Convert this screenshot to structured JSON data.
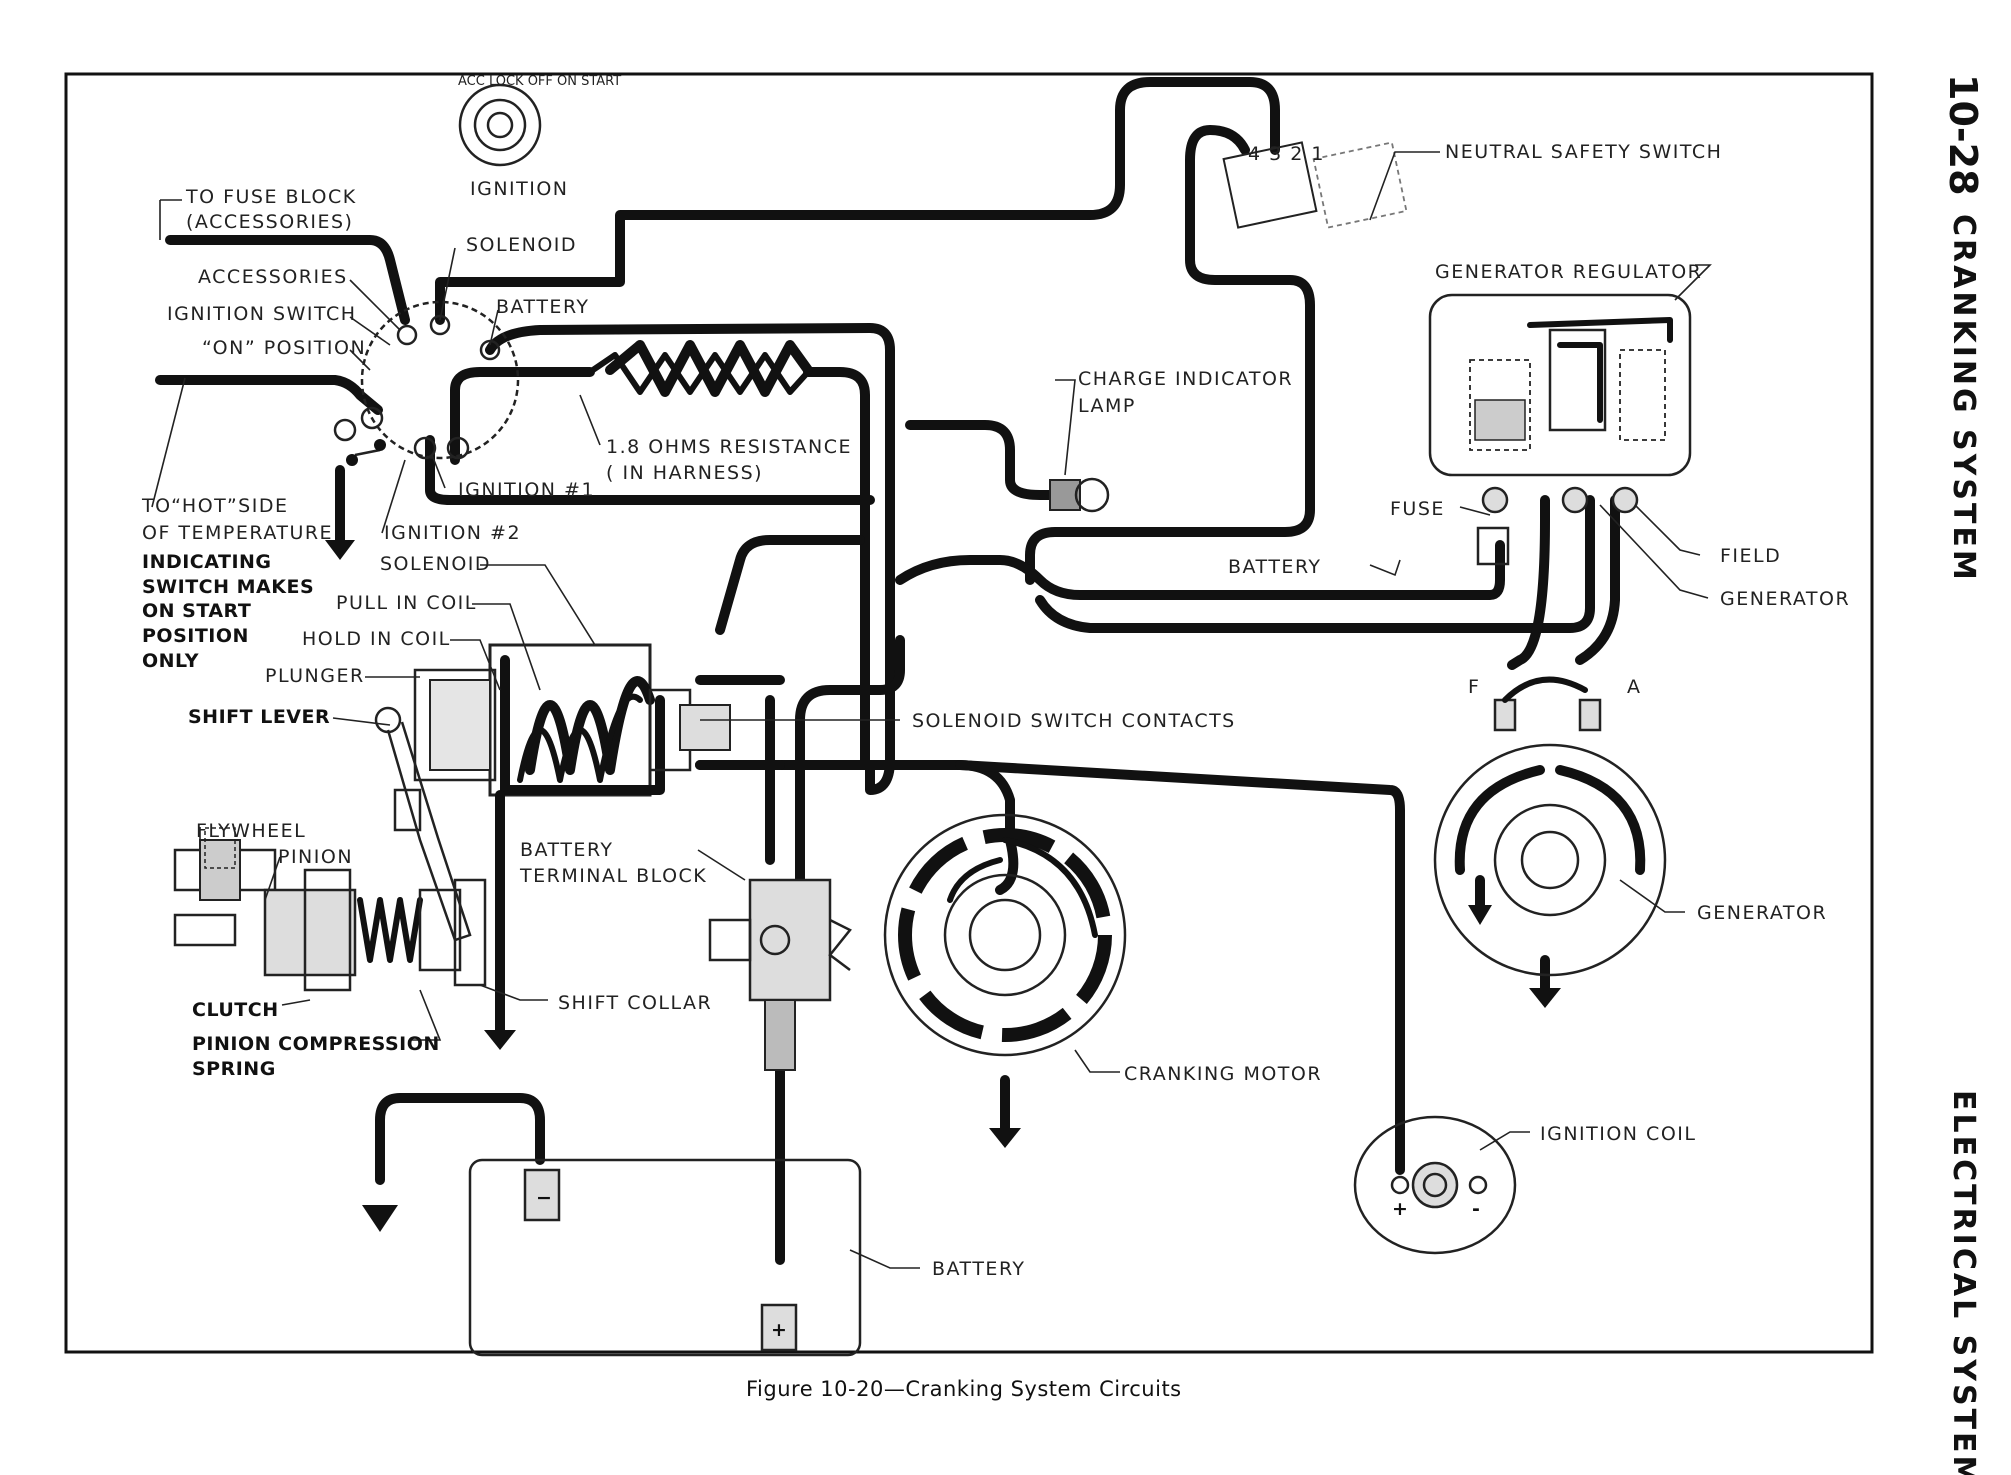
{
  "page": {
    "section_number": "10-28",
    "section_title": "CRANKING SYSTEM",
    "chapter_title": "ELECTRICAL SYSTEMS",
    "figure_caption": "Figure 10-20—Cranking System Circuits"
  },
  "labels": {
    "ignition_switch_face": "ACC LOCK OFF ON START",
    "ignition": "IGNITION",
    "to_fuse_block_1": "TO FUSE BLOCK",
    "to_fuse_block_2": "(ACCESSORIES)",
    "solenoid_top": "SOLENOID",
    "accessories": "ACCESSORIES",
    "ignition_switch": "IGNITION SWITCH",
    "on_position": "“ON” POSITION",
    "battery_switch": "BATTERY",
    "resistance_1": "1.8 OHMS RESISTANCE",
    "resistance_2": "( IN HARNESS)",
    "ignition_1": "IGNITION #1",
    "ignition_2": "IGNITION #2",
    "to_hot_1": "TO“HOT”SIDE",
    "to_hot_2": "OF TEMPERATURE",
    "indicating_1": "INDICATING",
    "indicating_2": "SWITCH MAKES",
    "indicating_3": "ON START",
    "indicating_4": "POSITION",
    "indicating_5": "ONLY",
    "solenoid": "SOLENOID",
    "pull_in_coil": "PULL IN COIL",
    "hold_in_coil": "HOLD IN COIL",
    "plunger": "PLUNGER",
    "shift_lever": "SHIFT LEVER",
    "flywheel": "FLYWHEEL",
    "pinion": "PINION",
    "clutch": "CLUTCH",
    "pinion_spring_1": "PINION COMPRESSION",
    "pinion_spring_2": "SPRING",
    "shift_collar": "SHIFT COLLAR",
    "battery_terminal_block_1": "BATTERY",
    "battery_terminal_block_2": "TERMINAL BLOCK",
    "solenoid_switch_contacts": "SOLENOID SWITCH CONTACTS",
    "charge_lamp_1": "CHARGE INDICATOR",
    "charge_lamp_2": "LAMP",
    "neutral_safety_switch": "NEUTRAL SAFETY SWITCH",
    "nss_terminals": "4 3 2 1",
    "generator_regulator": "GENERATOR REGULATOR",
    "fuse": "FUSE",
    "field": "FIELD",
    "generator_wire": "GENERATOR",
    "battery_wire": "BATTERY",
    "gen_f": "F",
    "gen_a": "A",
    "generator": "GENERATOR",
    "cranking_motor": "CRANKING MOTOR",
    "ignition_coil": "IGNITION COIL",
    "coil_plus": "+",
    "coil_minus": "-",
    "battery": "BATTERY"
  }
}
